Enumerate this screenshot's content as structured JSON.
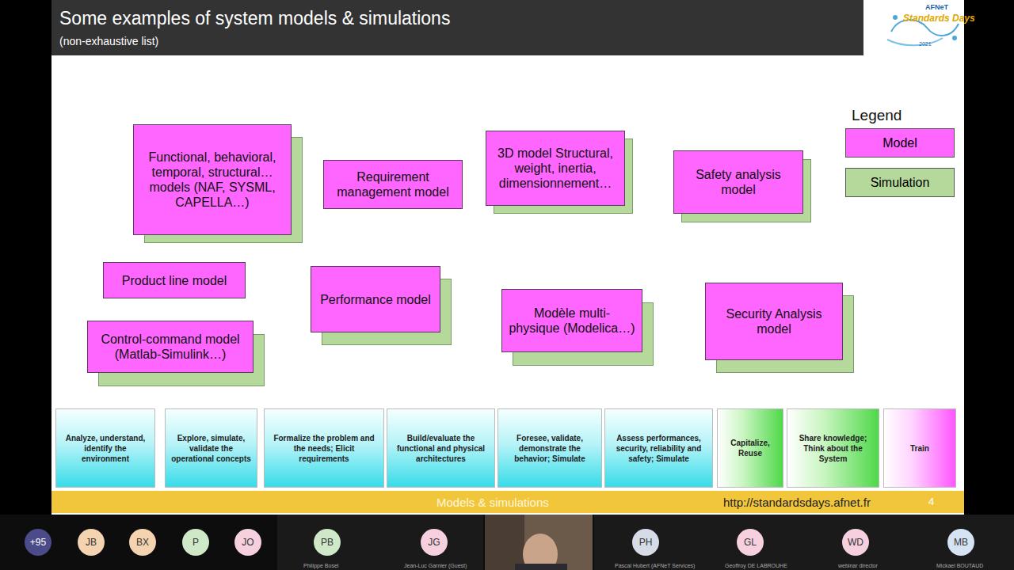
{
  "diagram": {
    "title": "Some examples of system models & simulations",
    "nodes": [
      {
        "text": [
          "Functional, behavioral, temporal, structural… models (NAF, SYSML, CAPELLA…)"
        ]
      },
      {
        "text": [
          "Requirement management model"
        ]
      },
      {
        "text": [
          "3D model Structural, weight, inertia, dimensionnement…"
        ]
      },
      {
        "text": [
          "Safety analysis model"
        ]
      },
      {
        "text": [
          "Product line model"
        ]
      },
      {
        "text": [
          "Performance model"
        ]
      },
      {
        "text": [
          "Modèle multi-physique (Modelica…)"
        ]
      },
      {
        "text": [
          "Security Analysis model"
        ]
      },
      {
        "text": [
          "Control-command model (Matlab-Simulink…)"
        ]
      },
      {
        "text": [
          "Analyze, understand, identify the environment"
        ]
      },
      {
        "text": [
          "Explore, simulate, validate the operational concepts"
        ]
      },
      {
        "text": [
          "Formalize the problem and the needs; Elicit requirements"
        ]
      },
      {
        "text": [
          "Build/evaluate the functional and physical architectures"
        ]
      },
      {
        "text": [
          "Foresee, validate, demonstrate the behavior; Simulate"
        ]
      },
      {
        "text": [
          "Assess performances, security, reliability and safety; Simulate"
        ]
      },
      {
        "text": [
          "Capitalize, Reuse"
        ]
      },
      {
        "text": [
          "Share knowledge; Think about the System"
        ]
      },
      {
        "text": [
          "Train"
        ]
      },
      {
        "text": [
          "+95"
        ]
      },
      {
        "text": [
          "JB"
        ]
      },
      {
        "text": [
          "BX"
        ]
      },
      {
        "text": [
          "P"
        ]
      },
      {
        "text": [
          "JO"
        ]
      },
      {
        "text": [
          "PB"
        ]
      },
      {
        "text": [
          "JG"
        ]
      },
      {
        "text": [
          "PH"
        ]
      },
      {
        "text": [
          "GL"
        ]
      },
      {
        "text": [
          "WD"
        ]
      },
      {
        "text": [
          "MB"
        ]
      }
    ],
    "labels": [
      "(non-exhaustive list)",
      "Legend",
      "Models & simulations",
      "http://standardsdays.afnet.fr",
      "4",
      "AFNeT",
      "Standards Days",
      "2021",
      "Philippe Bosel",
      "Jean-Luc Garnier (Guest)",
      "Pascal Hubert (AFNeT Services)",
      "Geoffroy DE LABROUHE",
      "webinar director",
      "Mickael BOUTAUD"
    ],
    "legend": [
      {
        "text": "Model",
        "color": "#ff66ff"
      },
      {
        "text": "Simulation",
        "color": "#b5d99a"
      }
    ]
  }
}
